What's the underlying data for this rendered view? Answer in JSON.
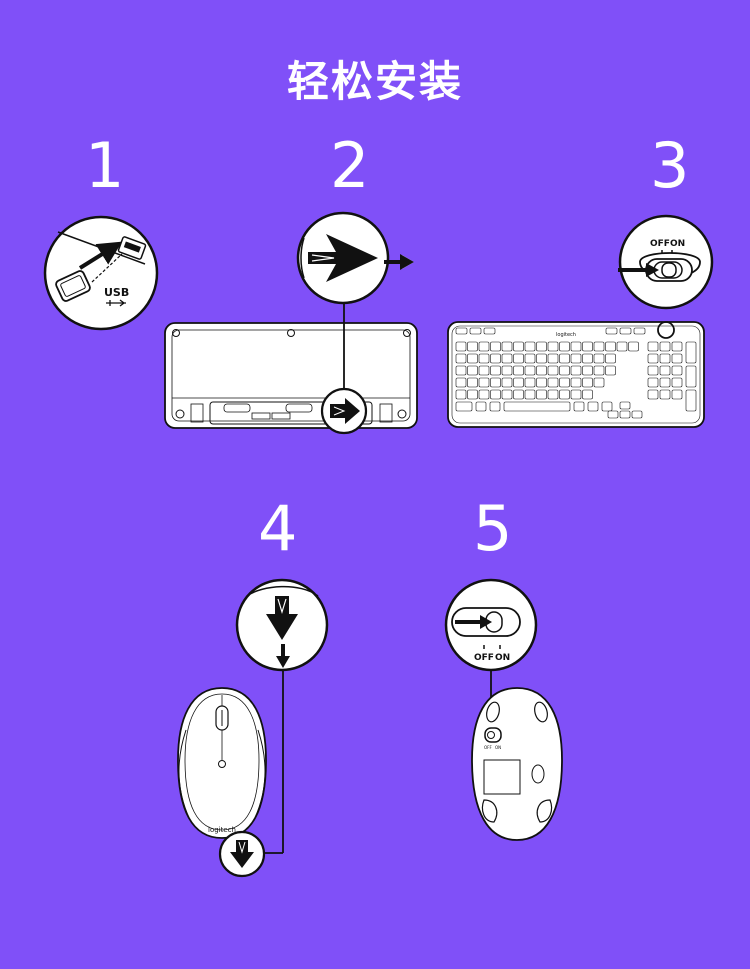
{
  "title": "轻松安装",
  "steps": [
    {
      "number": "1"
    },
    {
      "number": "2"
    },
    {
      "number": "3"
    },
    {
      "number": "4"
    },
    {
      "number": "5"
    }
  ],
  "labels": {
    "usb": "USB",
    "off": "OFF",
    "on": "ON",
    "keyboard_brand": "logitech",
    "mouse_brand": "logitech"
  },
  "colors": {
    "background": "#8050F8",
    "line": "#111111",
    "device": "#FFFFFF"
  }
}
